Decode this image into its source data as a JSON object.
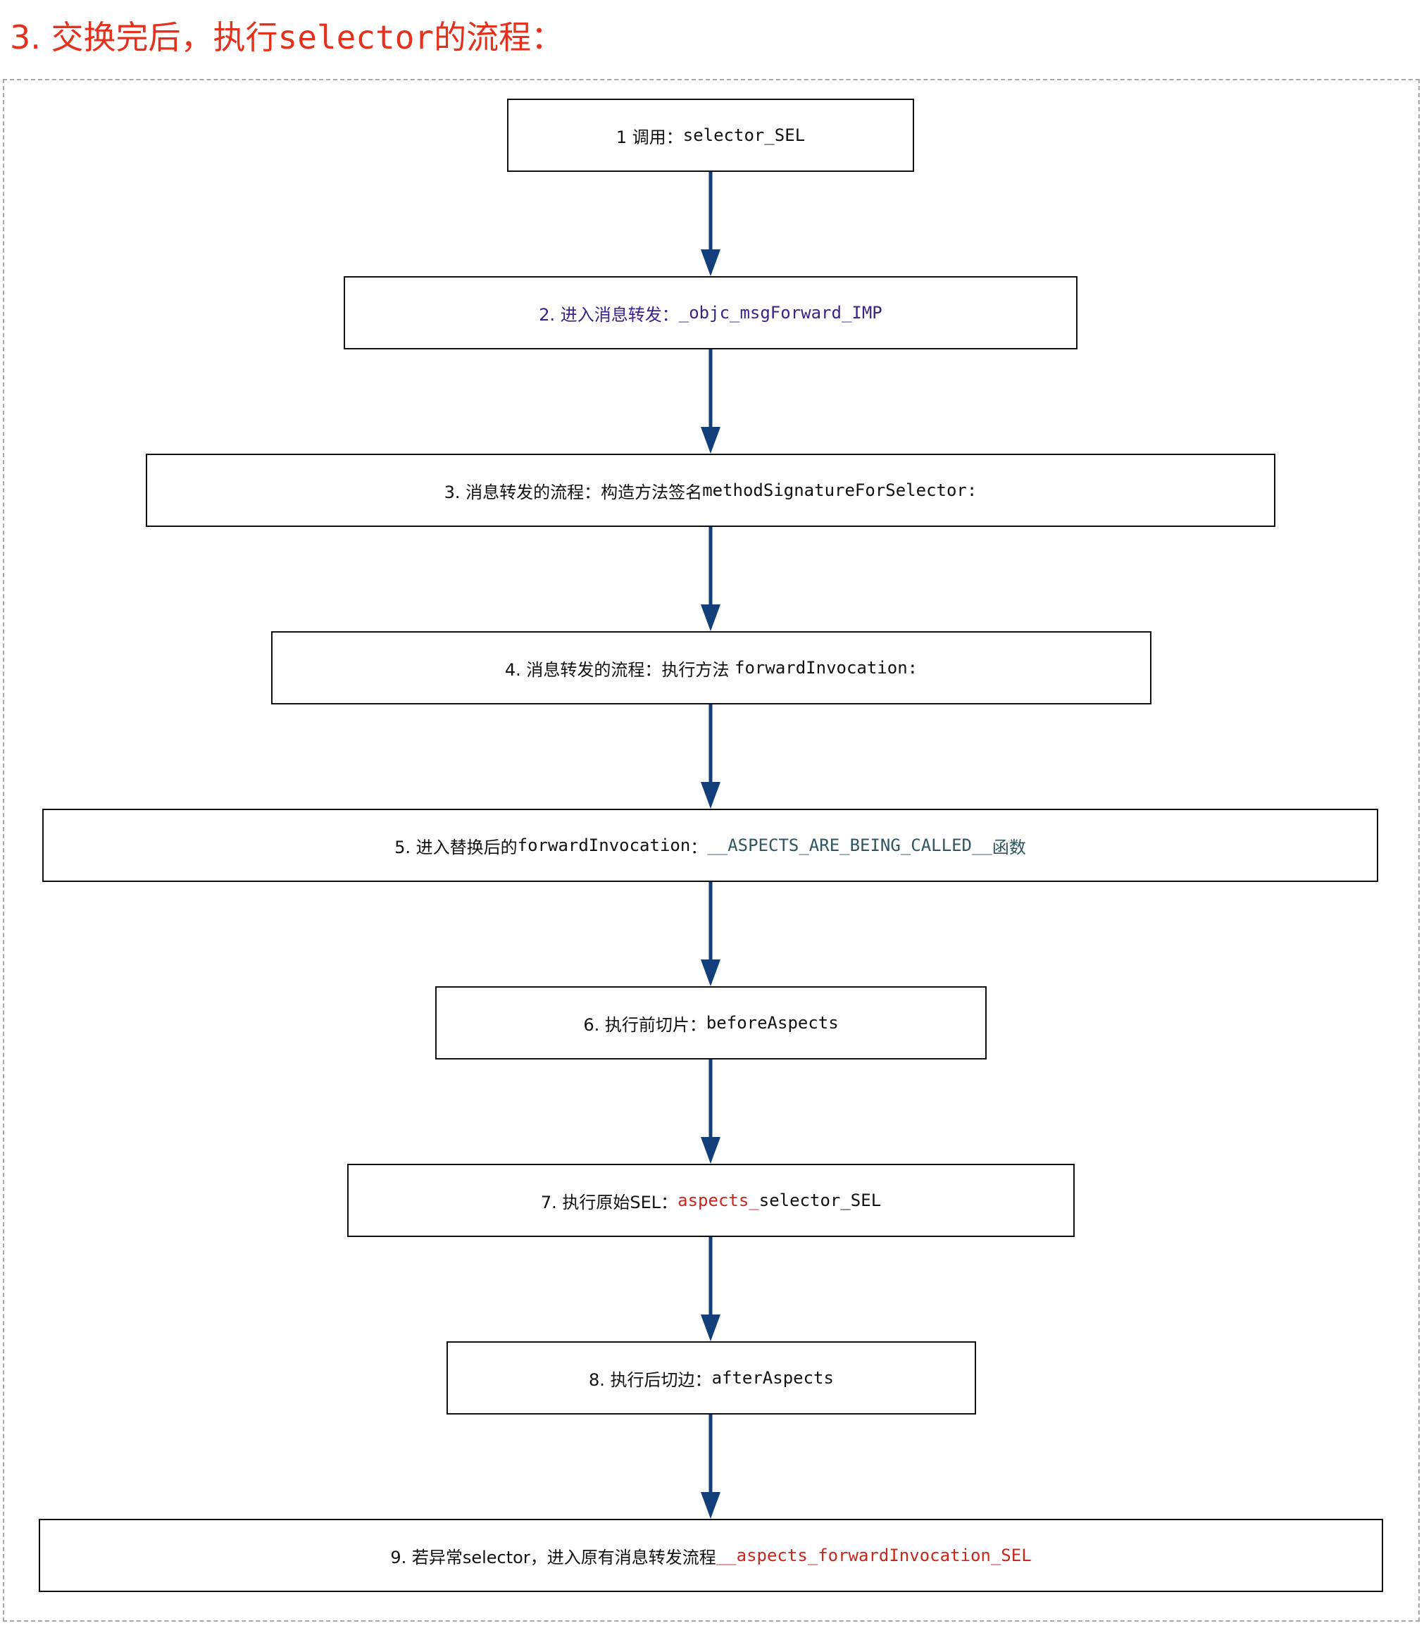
{
  "heading": {
    "prefix": "3. 交换完后，执行",
    "code": "selector",
    "suffix": "的流程："
  },
  "colors": {
    "heading": "#e5301c",
    "text": "#111111",
    "purple": "#3b1f8c",
    "teal": "#2f5660",
    "red": "#c9271c",
    "arrow": "#123f7a",
    "frame": "#a8a8a8"
  },
  "steps": [
    {
      "a": "1 调用：",
      "b": "selector_SEL"
    },
    {
      "a": "2. 进入消息转发：",
      "b": "_objc_msgForward_IMP"
    },
    {
      "a": "3. 消息转发的流程：构造方法签名",
      "b": "methodSignatureForSelector:"
    },
    {
      "a": "4. 消息转发的流程：执行方法 ",
      "b": "forwardInvocation:"
    },
    {
      "a": "5. 进入替换后的",
      "b": "forwardInvocation",
      "c": "：",
      "d": "__ASPECTS_ARE_BEING_CALLED__",
      "e": "函数"
    },
    {
      "a": "6. 执行前切片：",
      "b": "beforeAspects"
    },
    {
      "a": "7. 执行原始SEL：",
      "b": "aspects_",
      "c": "selector_SEL"
    },
    {
      "a": "8. 执行后切边：",
      "b": "afterAspects"
    },
    {
      "a": "9. 若异常selector，进入原有消息转发流程",
      "b": "__aspects_forwardInvocation_SEL"
    }
  ]
}
